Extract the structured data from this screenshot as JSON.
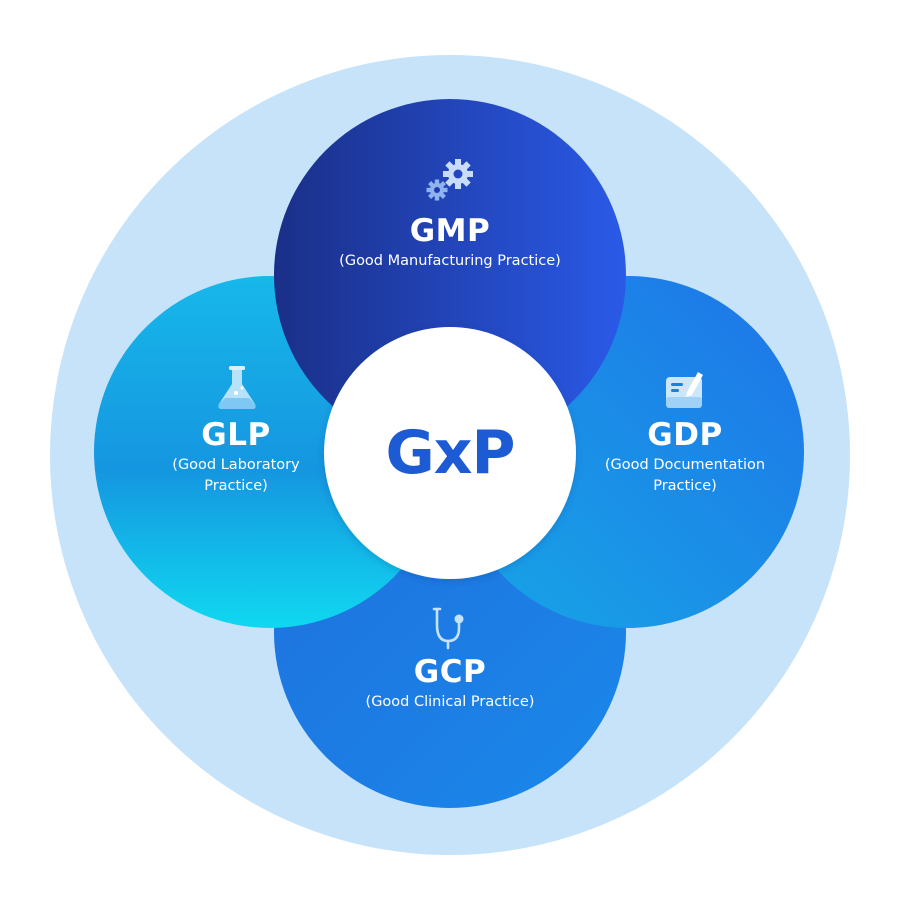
{
  "center": {
    "label": "GxP"
  },
  "petals": {
    "gmp": {
      "title": "GMP",
      "subtitle": "(Good Manufacturing Practice)",
      "icon": "gears-icon"
    },
    "glp": {
      "title": "GLP",
      "subtitle_line1": "(Good Laboratory",
      "subtitle_line2": "Practice)",
      "icon": "flask-icon"
    },
    "gdp": {
      "title": "GDP",
      "subtitle_line1": "(Good Documentation",
      "subtitle_line2": "Practice)",
      "icon": "document-edit-icon"
    },
    "gcp": {
      "title": "GCP",
      "subtitle": "(Good Clinical Practice)",
      "icon": "stethoscope-icon"
    }
  },
  "colors": {
    "outer_ring": "#c6e3fa",
    "gmp_dark": "#1a3592",
    "gmp_light": "#2a58e6",
    "glp_light": "#0fd3ef",
    "glp_dark": "#1494e0",
    "gdp": "#1a7fe6",
    "gcp": "#1a7ee8",
    "center_text": "#1c5bd3",
    "icon_tint": "#bfe6fb"
  }
}
